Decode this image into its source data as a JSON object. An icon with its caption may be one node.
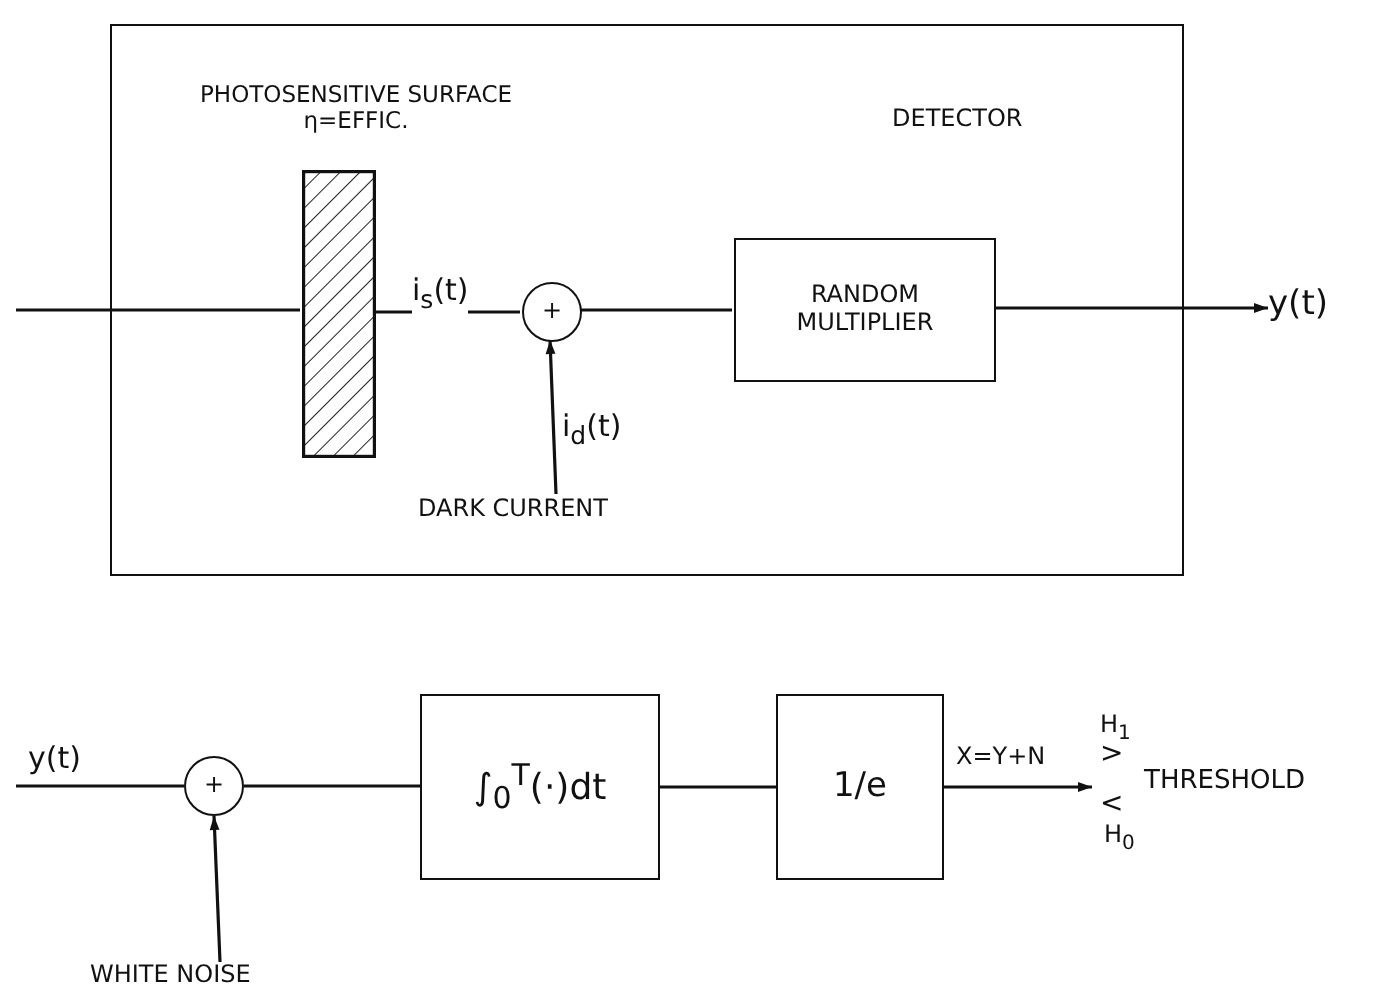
{
  "diagram": {
    "nodes": [
      {
        "text": [
          "DETECTOR"
        ]
      },
      {
        "text": [
          "PHOTOSENSITIVE SURFACE η=EFFIC."
        ],
        "in": 0
      },
      {
        "text": [
          "+"
        ],
        "in": 0
      },
      {
        "text": [
          "RANDOM MULTIPLIER"
        ],
        "in": 0
      },
      {
        "text": [
          "y(t)"
        ]
      },
      {
        "text": [
          "DARK CURRENT"
        ],
        "in": 0
      },
      {
        "text": [
          "+"
        ]
      },
      {
        "text": [
          "WHITE NOISE"
        ]
      },
      {
        "text": [
          "∫$_{0}$$^{T}$(·)dt"
        ]
      },
      {
        "text": [
          "1/e"
        ]
      },
      {
        "text": [
          "H$_{1}$",
          ">",
          "<",
          "H$_{0}$",
          "THRESHOLD"
        ]
      }
    ],
    "edges": [
      {
        "from": null,
        "to": 1,
        "arrow": "none"
      },
      {
        "from": 1,
        "to": 2,
        "arrow": "none",
        "label": "i$_{s}$(t)"
      },
      {
        "from": 5,
        "to": 2,
        "arrow": "to",
        "label": "i$_{d}$(t)"
      },
      {
        "from": 2,
        "to": 3,
        "arrow": "none"
      },
      {
        "from": 3,
        "to": 4,
        "arrow": "to"
      },
      {
        "from": null,
        "to": 6,
        "arrow": "none",
        "label": "y(t)"
      },
      {
        "from": 7,
        "to": 6,
        "arrow": "to"
      },
      {
        "from": 6,
        "to": 8,
        "arrow": "none"
      },
      {
        "from": 8,
        "to": 9,
        "arrow": "none"
      },
      {
        "from": 9,
        "to": 10,
        "arrow": "to",
        "label": "X=Y+N"
      }
    ]
  }
}
